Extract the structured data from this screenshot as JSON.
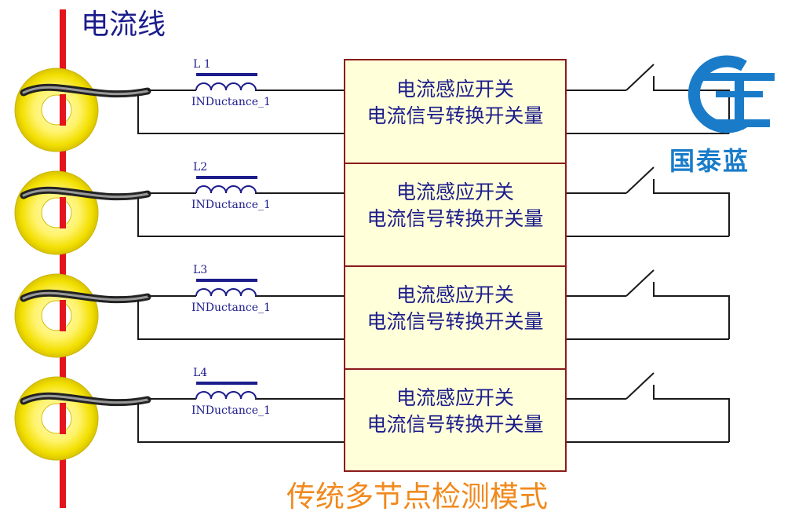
{
  "title": "电流线",
  "caption": "传统多节点检测模式",
  "brand": {
    "name": "国泰蓝",
    "logo_letters": "GT"
  },
  "channels": [
    {
      "inductor_ref": "L 1",
      "inductor_value": "INDuctance_1",
      "box_line1": "电流感应开关",
      "box_line2": "电流信号转换开关量"
    },
    {
      "inductor_ref": "L2",
      "inductor_value": "INDuctance_1",
      "box_line1": "电流感应开关",
      "box_line2": "电流信号转换开关量"
    },
    {
      "inductor_ref": "L3",
      "inductor_value": "INDuctance_1",
      "box_line1": "电流感应开关",
      "box_line2": "电流信号转换开关量"
    },
    {
      "inductor_ref": "L4",
      "inductor_value": "INDuctance_1",
      "box_line1": "电流感应开关",
      "box_line2": "电流信号转换开关量"
    }
  ],
  "colors": {
    "current_wire": "#e3141c",
    "toroid": "#f5e400",
    "box_fill": "#ffffd9",
    "box_border": "#8b1a1a",
    "wire": "#1a1a1a",
    "inductor": "#1c1c8c",
    "text": "#1c1c8c",
    "caption": "#f08a1e",
    "brand": "#1a7cc9"
  }
}
